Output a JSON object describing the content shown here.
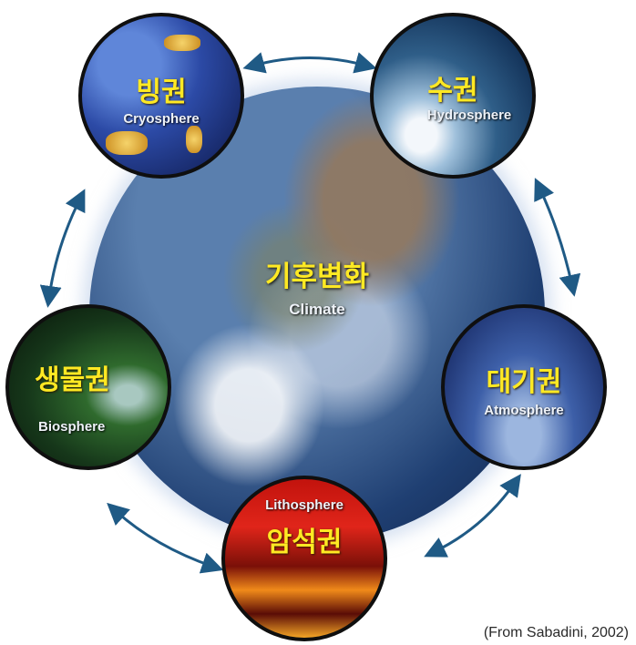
{
  "center": {
    "title_ko": "기후변화",
    "title_en": "Climate"
  },
  "spheres": [
    {
      "id": "cryosphere",
      "ko": "빙권",
      "en": "Cryosphere"
    },
    {
      "id": "hydrosphere",
      "ko": "수권",
      "en": "Hydrosphere"
    },
    {
      "id": "atmosphere",
      "ko": "대기권",
      "en": "Atmosphere"
    },
    {
      "id": "lithosphere",
      "ko": "암석권",
      "en": "Lithosphere"
    },
    {
      "id": "biosphere",
      "ko": "생물권",
      "en": "Biosphere"
    }
  ],
  "credit": "(From Sabadini, 2002)",
  "colors": {
    "label_ko": "#ffe923",
    "label_en": "#eef2f8",
    "arrow": "#1f5a85"
  }
}
